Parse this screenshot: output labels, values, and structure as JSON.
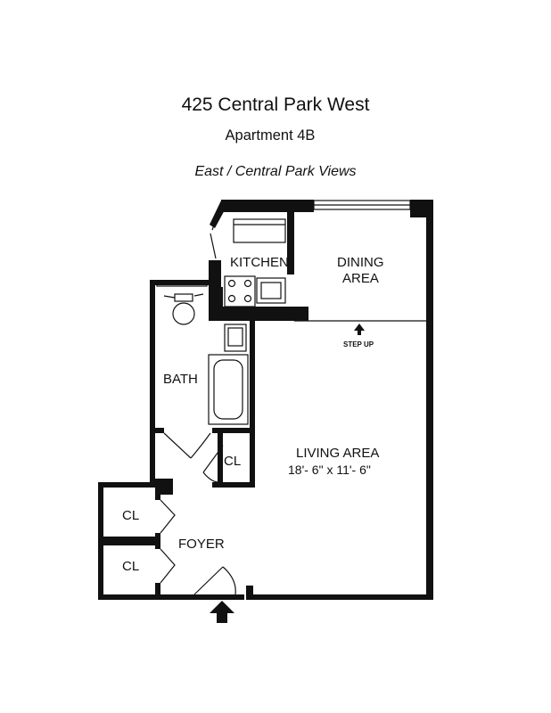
{
  "header": {
    "title": "425 Central Park West",
    "subtitle": "Apartment 4B",
    "views": "East / Central Park Views"
  },
  "rooms": {
    "kitchen": "KITCHEN",
    "dining_line1": "DINING",
    "dining_line2": "AREA",
    "step_up": "STEP UP",
    "bath": "BATH",
    "living": "LIVING AREA",
    "living_dims": "18'- 6\" x 11'- 6\"",
    "closet_hall": "CL",
    "closet_upper": "CL",
    "closet_lower": "CL",
    "foyer": "FOYER"
  },
  "icons": {
    "entry": "entry-arrow-icon",
    "step_up": "step-up-arrow-icon"
  },
  "colors": {
    "wall": "#111111",
    "background": "#ffffff"
  }
}
